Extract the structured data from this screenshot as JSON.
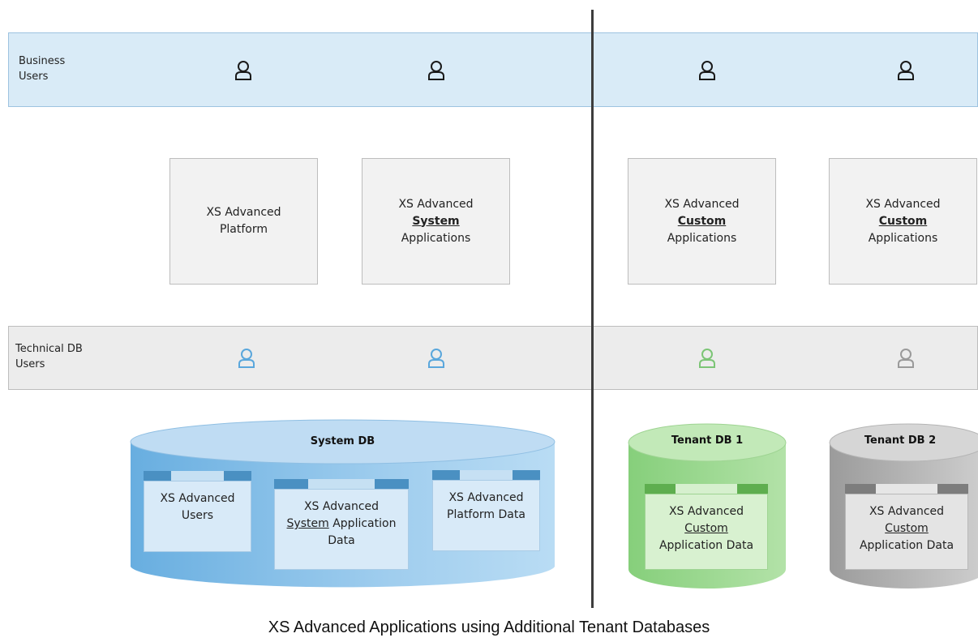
{
  "bands": {
    "business_label": "Business\nUsers",
    "technical_label": "Technical DB\nUsers"
  },
  "apps": [
    {
      "line1": "XS Advanced",
      "line2": "Platform",
      "line3": ""
    },
    {
      "line1": "XS Advanced",
      "line2": "System",
      "line3": "Applications"
    },
    {
      "line1": "XS Advanced",
      "line2": "Custom",
      "line3": "Applications"
    },
    {
      "line1": "XS Advanced",
      "line2": "Custom",
      "line3": "Applications"
    }
  ],
  "databases": {
    "system": {
      "title": "System DB",
      "box1": {
        "line1": "XS Advanced",
        "line2": "Users"
      },
      "box2": {
        "line1": "XS Advanced",
        "line2_u": "System",
        "line2_rest": " Application",
        "line3": "Data"
      },
      "box3": {
        "line1": "XS Advanced",
        "line2": "Platform Data"
      }
    },
    "tenant1": {
      "title": "Tenant DB 1",
      "box": {
        "line1": "XS Advanced",
        "line2": "Custom",
        "line3": "Application Data"
      }
    },
    "tenant2": {
      "title": "Tenant DB 2",
      "box": {
        "line1": "XS Advanced",
        "line2": "Custom",
        "line3": "Application Data"
      }
    }
  },
  "icon_colors": {
    "business": "#1a1a1a",
    "system_tech": "#5aa7dc",
    "tenant1_tech": "#7cc576",
    "tenant2_tech": "#9a9a9a"
  },
  "caption": "XS Advanced Applications using Additional Tenant Databases"
}
